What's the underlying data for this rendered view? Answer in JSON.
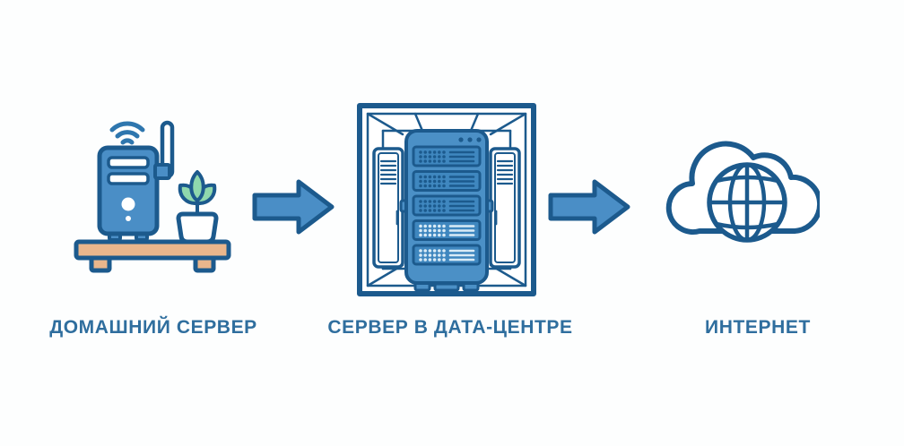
{
  "diagram": {
    "nodes": [
      {
        "id": "home-server",
        "label": "ДОМАШНИЙ СЕРВЕР",
        "icon": "home-server-icon"
      },
      {
        "id": "datacenter-server",
        "label": "СЕРВЕР В ДАТА-ЦЕНТРЕ",
        "icon": "datacenter-rack-icon"
      },
      {
        "id": "internet",
        "label": "ИНТЕРНЕТ",
        "icon": "cloud-globe-icon"
      }
    ],
    "connectors": [
      {
        "from": "home-server",
        "to": "datacenter-server",
        "shape": "right-arrow"
      },
      {
        "from": "datacenter-server",
        "to": "internet",
        "shape": "right-arrow"
      }
    ],
    "colors": {
      "outline": "#1c5a8d",
      "mid_blue": "#4a8ec6",
      "rack_fill": "#4b90c6",
      "unit_fill": "#3f87bf",
      "unit_dot_dark": "#17517f",
      "unit_dot_light": "#d9ebf6",
      "wifi": "#2e76ae",
      "wood": "#e9b68c",
      "leaf": "#8fd8ad",
      "label_text": "#2f6e9e",
      "background": "#fdfefe"
    }
  }
}
